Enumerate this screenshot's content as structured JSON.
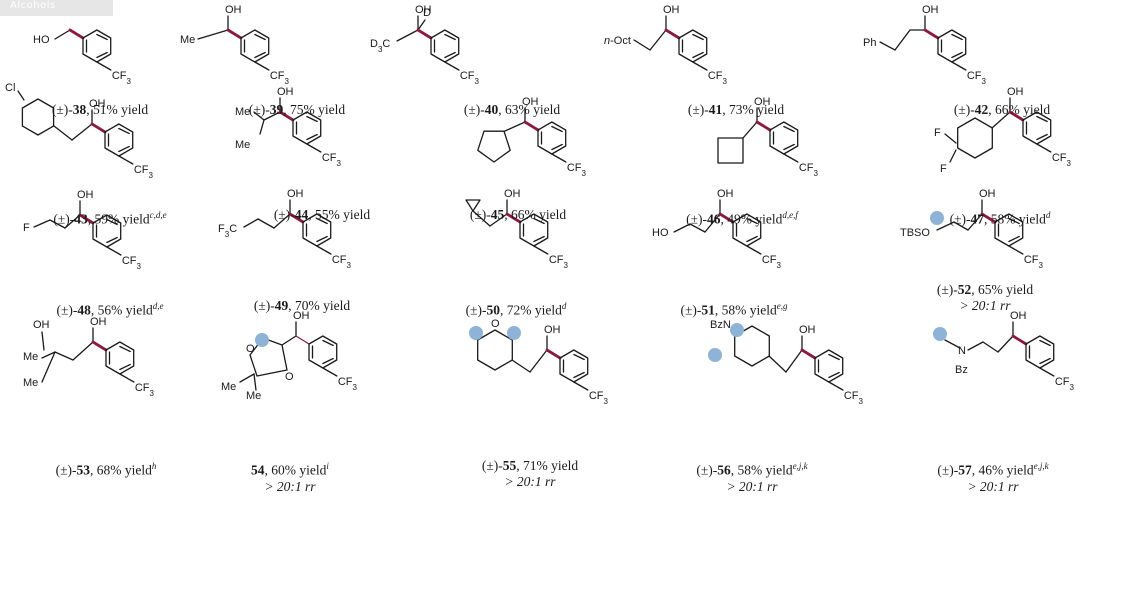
{
  "header": {
    "tag": "Alcohols"
  },
  "colors": {
    "bond": "#1a1a1a",
    "highlight": "#8a1a42",
    "site": "#8fb3d6"
  },
  "compounds": [
    {
      "prefix": "(±)-",
      "id": "38",
      "yield": "51% yield",
      "sup": "",
      "rr": ""
    },
    {
      "prefix": "(±)-",
      "id": "39",
      "yield": "75% yield",
      "sup": "",
      "rr": ""
    },
    {
      "prefix": "(±)-",
      "id": "40",
      "yield": "63% yield",
      "sup": "",
      "rr": ""
    },
    {
      "prefix": "(±)-",
      "id": "41",
      "yield": "73% yield",
      "sup": "",
      "rr": ""
    },
    {
      "prefix": "(±)-",
      "id": "42",
      "yield": "66% yield",
      "sup": "",
      "rr": ""
    },
    {
      "prefix": "(±)-",
      "id": "43",
      "yield": "59% yield",
      "sup": "c,d,e",
      "rr": ""
    },
    {
      "prefix": "(±)-",
      "id": "44",
      "yield": "55% yield",
      "sup": "",
      "rr": ""
    },
    {
      "prefix": "(±)-",
      "id": "45",
      "yield": "66% yield",
      "sup": "",
      "rr": ""
    },
    {
      "prefix": "(±)-",
      "id": "46",
      "yield": "49% yield",
      "sup": "d,e,f",
      "rr": ""
    },
    {
      "prefix": "(±)-",
      "id": "47",
      "yield": "58% yield",
      "sup": "d",
      "rr": ""
    },
    {
      "prefix": "(±)-",
      "id": "48",
      "yield": "56% yield",
      "sup": "d,e",
      "rr": ""
    },
    {
      "prefix": "(±)-",
      "id": "49",
      "yield": "70% yield",
      "sup": "",
      "rr": ""
    },
    {
      "prefix": "(±)-",
      "id": "50",
      "yield": "72% yield",
      "sup": "d",
      "rr": ""
    },
    {
      "prefix": "(±)-",
      "id": "51",
      "yield": "58% yield",
      "sup": "e,g",
      "rr": ""
    },
    {
      "prefix": "(±)-",
      "id": "52",
      "yield": "65% yield",
      "sup": "",
      "rr": "> 20:1 rr"
    },
    {
      "prefix": "(±)-",
      "id": "53",
      "yield": "68% yield",
      "sup": "h",
      "rr": ""
    },
    {
      "prefix": "",
      "id": "54",
      "yield": "60% yield",
      "sup": "i",
      "rr": "> 20:1 rr"
    },
    {
      "prefix": "(±)-",
      "id": "55",
      "yield": "71% yield",
      "sup": "",
      "rr": "> 20:1 rr"
    },
    {
      "prefix": "(±)-",
      "id": "56",
      "yield": "58% yield",
      "sup": "e,j,k",
      "rr": "> 20:1 rr"
    },
    {
      "prefix": "(±)-",
      "id": "57",
      "yield": "46% yield",
      "sup": "e,j,k",
      "rr": "> 20:1 rr"
    }
  ],
  "labels": {
    "OH": "OH",
    "HO": "HO",
    "CF": "CF",
    "three": "3",
    "Me": "Me",
    "D": "D",
    "nOct": "n-Oct",
    "Ph": "Ph",
    "Cl": "Cl",
    "F": "F",
    "TBSO": "TBSO",
    "O": "O",
    "N": "N",
    "BzN": "BzN",
    "Bz": "Bz"
  }
}
